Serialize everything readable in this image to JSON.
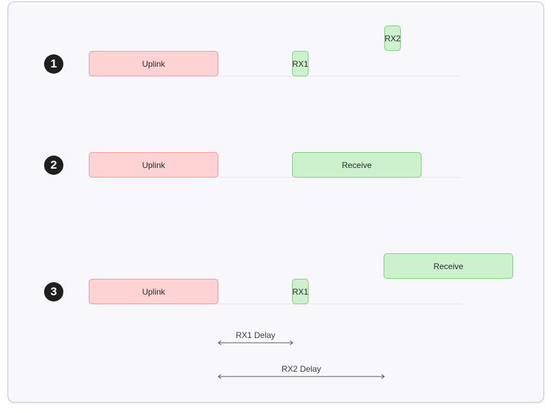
{
  "rows": [
    {
      "number": "1",
      "uplink_label": "Uplink",
      "rx1_label": "RX1",
      "rx2_label": "RX2"
    },
    {
      "number": "2",
      "uplink_label": "Uplink",
      "receive_label": "Receive"
    },
    {
      "number": "3",
      "uplink_label": "Uplink",
      "rx1_label": "RX1",
      "receive_label": "Receive"
    }
  ],
  "delays": {
    "rx1_delay_label": "RX1 Delay",
    "rx2_delay_label": "RX2 Delay"
  },
  "colors": {
    "uplink_fill": "#ffd3d4",
    "uplink_border": "#ef9a9c",
    "receive_fill": "#cdf1cd",
    "receive_border": "#7fcf7f",
    "step_badge": "#1f1f1f"
  }
}
